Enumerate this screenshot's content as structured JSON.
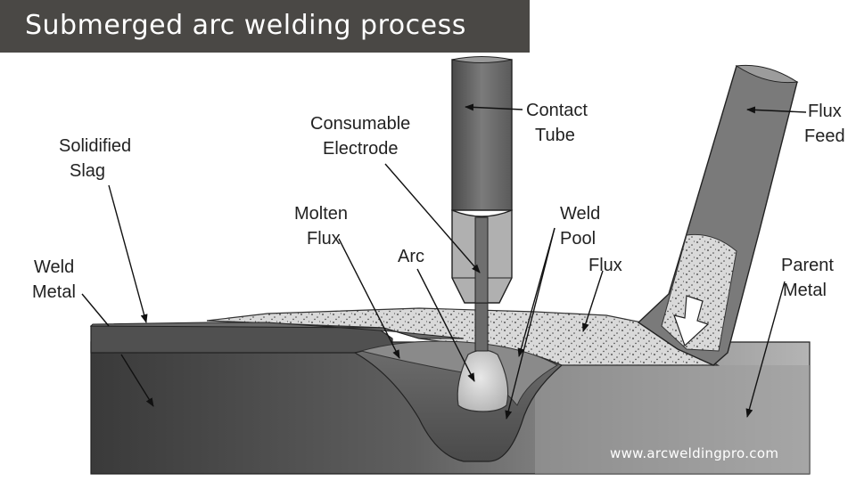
{
  "title": "Submerged arc welding process",
  "labels": {
    "contact_tube": [
      "Contact",
      "Tube"
    ],
    "consumable_electrode": [
      "Consumable",
      "Electrode"
    ],
    "flux_feed": [
      "Flux",
      "Feed"
    ],
    "solidified_slag": [
      "Solidified",
      "Slag"
    ],
    "molten_flux": [
      "Molten",
      "Flux"
    ],
    "arc": "Arc",
    "weld_pool": [
      "Weld",
      "Pool"
    ],
    "flux": "Flux",
    "weld_metal": [
      "Weld",
      "Metal"
    ],
    "parent_metal": [
      "Parent",
      "Metal"
    ]
  },
  "watermark": "www.arcweldingpro.com"
}
